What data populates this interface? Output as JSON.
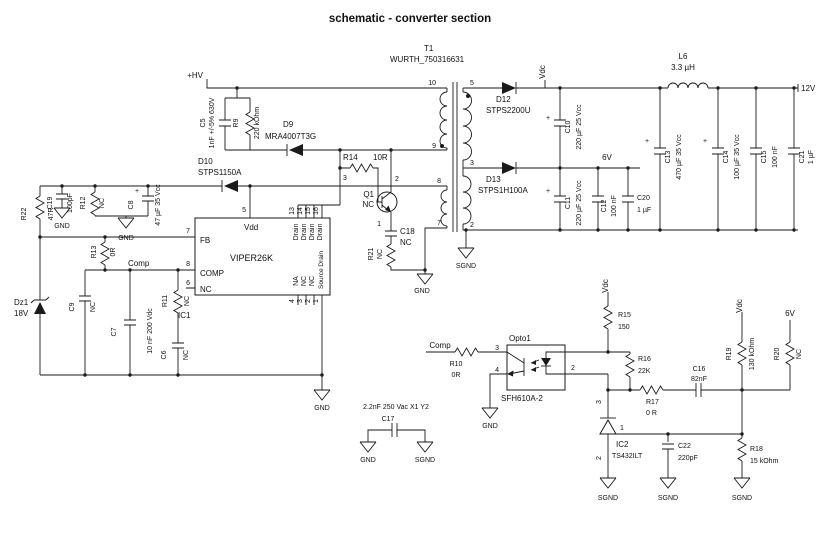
{
  "title": "schematic - converter section",
  "colors": {
    "title": "#1c3e91",
    "wire": "#1a1a1a",
    "text": "#111111"
  },
  "symbols": {
    "plus": "+"
  },
  "nets": {
    "hv": "+HV",
    "vdc": "Vdc",
    "v12": "12V",
    "v6": "6V",
    "gnd": "GND",
    "sgnd": "SGND",
    "comp": "Comp"
  },
  "transformer": {
    "ref": "T1",
    "part": "WURTH_750316631",
    "pin10": "10",
    "pin9": "9",
    "pin8": "8",
    "pin7": "7",
    "pin5": "5",
    "pin3": "3",
    "pin2": "2"
  },
  "ic1": {
    "ref": "IC1",
    "name": "VIPER26K",
    "fb": "FB",
    "vdd": "Vdd",
    "comp": "COMP",
    "nc": "NC",
    "pin7": "7",
    "pin5": "5",
    "pin8": "8",
    "pin6": "6",
    "drain": "Drain",
    "drain_pins": [
      "13",
      "14",
      "15",
      "16"
    ],
    "bottom_labels": [
      "NA",
      "NC",
      "NC",
      "Source Drain"
    ],
    "bottom_pins": [
      "4",
      "3",
      "2",
      "1"
    ]
  },
  "q1": {
    "ref": "Q1",
    "val": "NC",
    "pin3": "3",
    "pin2": "2",
    "pin1": "1"
  },
  "opto": {
    "ref": "Opto1",
    "part": "SFH610A-2",
    "pin3": "3",
    "pin4": "4",
    "pin2": "2"
  },
  "ic2": {
    "ref": "IC2",
    "part": "TS432ILT",
    "pin1": "1",
    "pin2": "2",
    "pin3": "3"
  },
  "parts": {
    "C5": {
      "ref": "C5",
      "val": "1nF +/-5% 630V"
    },
    "R9": {
      "ref": "R9",
      "val": "220 kOhm"
    },
    "D9": {
      "ref": "D9",
      "val": "MRA4007T3G"
    },
    "D10": {
      "ref": "D10",
      "val": "STPS1150A"
    },
    "D12": {
      "ref": "D12",
      "val": "STPS2200U"
    },
    "D13": {
      "ref": "D13",
      "val": "STPS1H100A"
    },
    "R14": {
      "ref": "R14",
      "val": "10R"
    },
    "C18": {
      "ref": "C18",
      "val": "NC"
    },
    "R21": {
      "ref": "R21",
      "val": "NC"
    },
    "C19": {
      "ref": "C19",
      "val": "100pF"
    },
    "R12": {
      "ref": "R12",
      "val": "NC"
    },
    "C8": {
      "ref": "C8",
      "val": "47 µF 35 Vcc"
    },
    "R22": {
      "ref": "R22",
      "val": "47R"
    },
    "R13": {
      "ref": "R13",
      "val": "0R"
    },
    "C9": {
      "ref": "C9",
      "val": "NC"
    },
    "Dz1": {
      "ref": "Dz1",
      "val": "18V"
    },
    "C7": {
      "ref": "C7",
      "val": "10 nF 200 Vdc"
    },
    "R11": {
      "ref": "R11",
      "val": "NC"
    },
    "C6": {
      "ref": "C6",
      "val": "NC"
    },
    "C10": {
      "ref": "C10",
      "val": "220 µF 25 Vcc"
    },
    "C11": {
      "ref": "C11",
      "val": "220 µF 25 Vcc"
    },
    "C12": {
      "ref": "C12",
      "val": "100 nF"
    },
    "C20": {
      "ref": "C20",
      "val": "1 µF"
    },
    "L6": {
      "ref": "L6",
      "val": "3.3 µH"
    },
    "C13": {
      "ref": "C13",
      "val": "470 µF 35 Vcc"
    },
    "C14": {
      "ref": "C14",
      "val": "100 µF 35 Vcc"
    },
    "C15": {
      "ref": "C15",
      "val": "100 nF"
    },
    "C21": {
      "ref": "C21",
      "val": "1 µF"
    },
    "R15": {
      "ref": "R15",
      "val": "150"
    },
    "R16": {
      "ref": "R16",
      "val": "22K"
    },
    "R10": {
      "ref": "R10",
      "val": "0R"
    },
    "R17": {
      "ref": "R17",
      "val": "0 R"
    },
    "C16": {
      "ref": "C16",
      "val": "82nF"
    },
    "R19": {
      "ref": "R19",
      "val": "130 kOhm"
    },
    "R20": {
      "ref": "R20",
      "val": "NC"
    },
    "R18": {
      "ref": "R18",
      "val": "15 kOhm"
    },
    "C22": {
      "ref": "C22",
      "val": "220pF"
    },
    "C17": {
      "ref": "C17",
      "val": "2.2nF 250 Vac X1 Y2"
    }
  }
}
